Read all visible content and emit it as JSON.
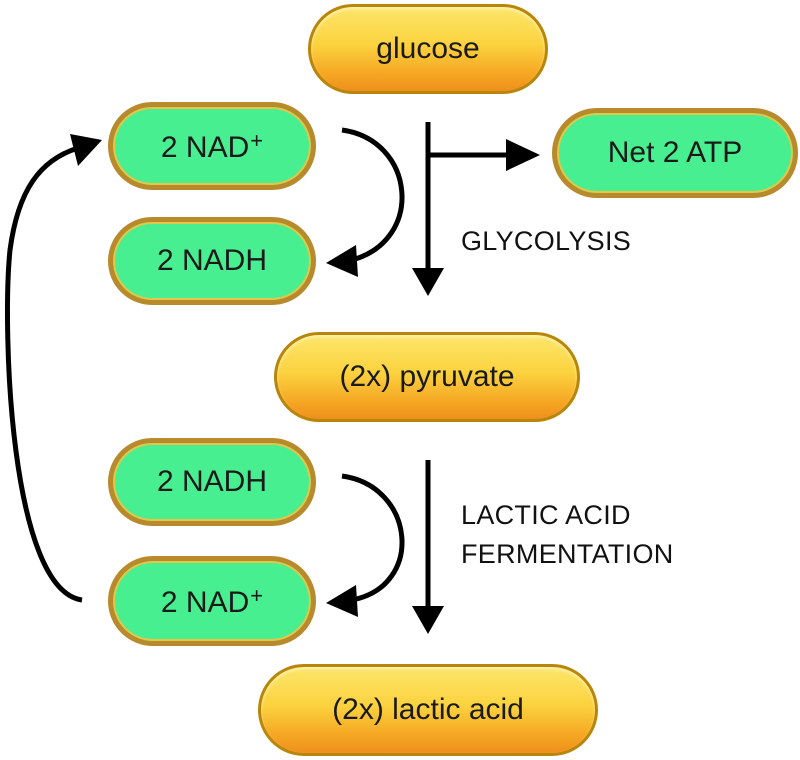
{
  "nodes": {
    "glucose": "glucose",
    "nad_top": "2 NAD",
    "nad_top_charge": "+",
    "nadh_top": "2 NADH",
    "atp": "Net 2 ATP",
    "pyruvate": "(2x) pyruvate",
    "nadh_bottom": "2 NADH",
    "nad_bottom": "2 NAD",
    "nad_bottom_charge": "+",
    "lactic_acid": "(2x) lactic acid"
  },
  "process_labels": {
    "glycolysis": "GLYCOLYSIS",
    "fermentation_line1": "LACTIC ACID",
    "fermentation_line2": "FERMENTATION"
  },
  "colors": {
    "orange_node": "#fbd23e",
    "green_node": "#48ef90",
    "arrow": "#000000"
  }
}
